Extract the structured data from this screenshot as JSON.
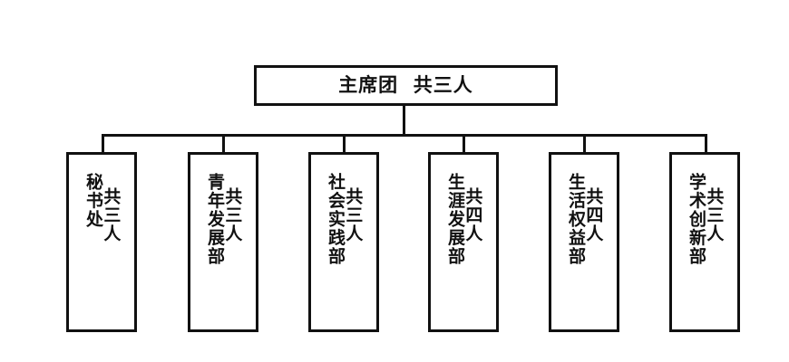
{
  "diagram": {
    "type": "organization-chart",
    "title_text": "主席团 共三人",
    "background_color": "#ffffff",
    "line_color": "#111111",
    "root": {
      "name": "主席团",
      "count": "共三人",
      "full_label": "主席团  共三人",
      "orientation": "horizontal"
    },
    "children": [
      {
        "name": "秘书处",
        "count": "共三人",
        "orientation": "vertical"
      },
      {
        "name": "青年发展部",
        "count": "共三人",
        "orientation": "vertical"
      },
      {
        "name": "社会实践部",
        "count": "共三人",
        "orientation": "vertical"
      },
      {
        "name": "生涯发展部",
        "count": "共四人",
        "orientation": "vertical"
      },
      {
        "name": "生活权益部",
        "count": "共四人",
        "orientation": "vertical"
      },
      {
        "name": "学术创新部",
        "count": "共三人",
        "orientation": "vertical"
      }
    ]
  }
}
